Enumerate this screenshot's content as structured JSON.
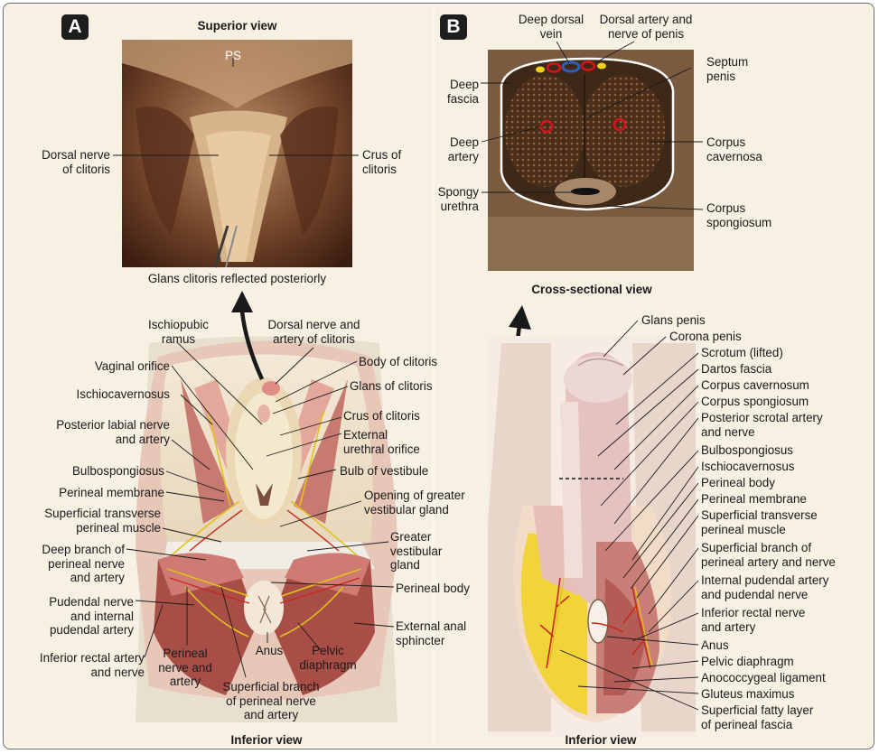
{
  "panel_a": {
    "badge": "A",
    "superior_view": "Superior view",
    "ps": "PS",
    "dorsal_nerve_clitoris": "Dorsal nerve\nof clitoris",
    "crus_clitoris_top": "Crus of\nclitoris",
    "glans_reflected": "Glans clitoris reflected posteriorly",
    "ischiopubic_ramus": "Ischiopubic\nramus",
    "dorsal_nerve_artery": "Dorsal nerve and\nartery of clitoris",
    "vaginal_orifice": "Vaginal orifice",
    "ischiocavernosus": "Ischiocavernosus",
    "posterior_labial": "Posterior labial nerve\nand artery",
    "bulbospongiosus": "Bulbospongiosus",
    "perineal_membrane": "Perineal membrane",
    "sup_transverse": "Superficial transverse\nperineal muscle",
    "deep_branch": "Deep branch of\nperineal nerve\nand artery",
    "pudendal_nerve": "Pudendal nerve\nand internal\npudendal artery",
    "inferior_rectal": "Inferior rectal artery\nand nerve",
    "perineal_nerve": "Perineal\nnerve and\nartery",
    "anus": "Anus",
    "pelvic_diaphragm": "Pelvic\ndiaphragm",
    "sup_branch": "Superficial branch\nof perineal nerve\nand artery",
    "body_clitoris": "Body of clitoris",
    "glans_clitoris": "Glans of clitoris",
    "crus_clitoris": "Crus of clitoris",
    "ext_urethral": "External\nurethral orifice",
    "bulb_vestibule": "Bulb of vestibule",
    "opening_greater": "Opening of greater\nvestibular gland",
    "greater_vestibular": "Greater\nvestibular\ngland",
    "perineal_body": "Perineal body",
    "ext_anal": "External anal\nsphincter",
    "inferior_view": "Inferior view"
  },
  "panel_b": {
    "badge": "B",
    "deep_dorsal_vein": "Deep dorsal\nvein",
    "dorsal_artery_nerve": "Dorsal artery and\nnerve of penis",
    "deep_fascia": "Deep\nfascia",
    "septum_penis": "Septum\npenis",
    "deep_artery": "Deep\nartery",
    "corpus_cavernosa": "Corpus\ncavernosa",
    "spongy_urethra": "Spongy\nurethra",
    "corpus_spongiosum_top": "Corpus\nspongiosum",
    "cross_sectional": "Cross-sectional view",
    "inferior_view": "Inferior view",
    "labels": [
      "Glans penis",
      "Corona penis",
      "Scrotum (lifted)",
      "Dartos fascia",
      "Corpus cavernosum",
      "Corpus spongiosum",
      "Posterior scrotal artery\nand nerve",
      "Bulbospongiosus",
      "Ischiocavernosus",
      "Perineal body",
      "Perineal membrane",
      "Superficial transverse\nperineal muscle",
      "Superficial branch of\nperineal artery and nerve",
      "Internal pudendal artery\nand pudendal nerve",
      "Inferior rectal nerve\nand artery",
      "Anus",
      "Pelvic diaphragm",
      "Anococcygeal ligament",
      "Gluteus maximus",
      "Superficial fatty layer\nof perineal fascia"
    ]
  },
  "colors": {
    "nerve": "#e8c21a",
    "artery": "#c42a1e",
    "vein": "#2f5fb8",
    "muscle": "#c88078",
    "fat": "#f0d84a",
    "skin": "#e9cfc2"
  }
}
